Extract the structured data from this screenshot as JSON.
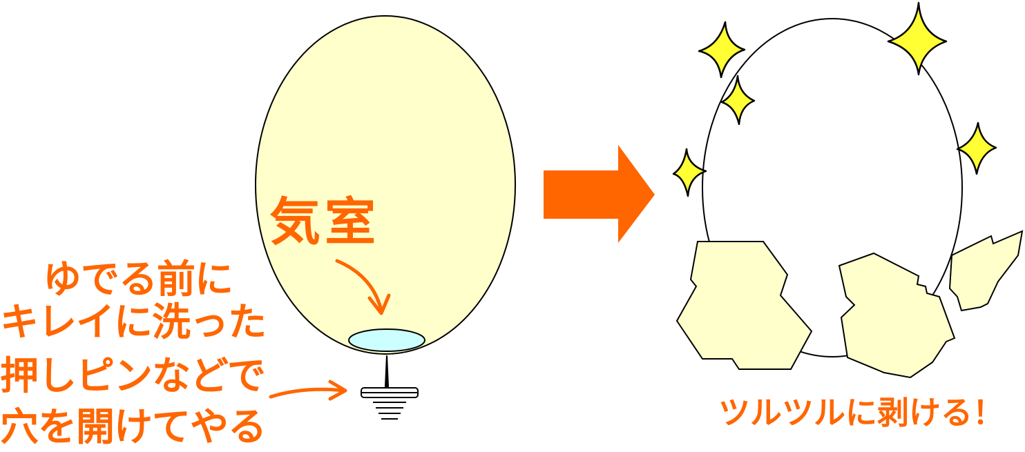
{
  "labels": {
    "air_cell": "気室",
    "instructions": [
      "ゆでる前に",
      "キレイに洗った",
      "押しピンなどで",
      "穴を開けてやる"
    ],
    "result": "ツルツルに剥ける！"
  },
  "colors": {
    "accent": "#ff6600",
    "egg_fill": "#ffffcc",
    "air_cell_fill": "#ccffff",
    "sparkle": "#ffff33",
    "shell_fill": "#ffffcc"
  }
}
